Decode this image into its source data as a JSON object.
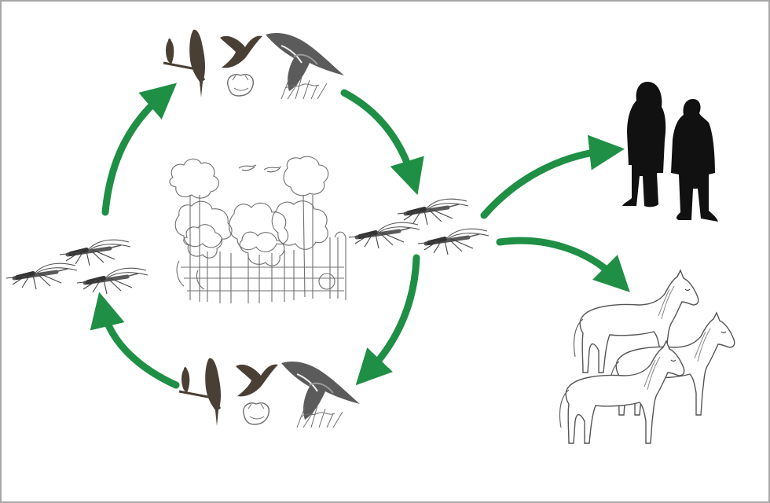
{
  "diagram": {
    "kind": "transmission-cycle",
    "colors": {
      "arrow": "#1f8f45",
      "silhouette": "#4a3f35",
      "people": "#111111",
      "sketch": "#6f6f6f",
      "frame": "#a8a8a8"
    },
    "nodes": [
      {
        "id": "birds-top",
        "icon": "wild-birds-icon"
      },
      {
        "id": "mosquitoes-right",
        "icon": "mosquito-icon"
      },
      {
        "id": "birds-bottom",
        "icon": "wild-birds-icon"
      },
      {
        "id": "mosquitoes-left",
        "icon": "mosquito-icon"
      },
      {
        "id": "forest-center",
        "icon": "forest-icon"
      },
      {
        "id": "humans",
        "icon": "human-silhouette-icon"
      },
      {
        "id": "horses",
        "icon": "horse-icon"
      }
    ],
    "edges": [
      {
        "from": "mosquitoes-left",
        "to": "birds-top"
      },
      {
        "from": "birds-top",
        "to": "mosquitoes-right"
      },
      {
        "from": "mosquitoes-right",
        "to": "birds-bottom"
      },
      {
        "from": "birds-bottom",
        "to": "mosquitoes-left"
      },
      {
        "from": "mosquitoes-right",
        "to": "humans"
      },
      {
        "from": "mosquitoes-right",
        "to": "horses"
      }
    ]
  }
}
